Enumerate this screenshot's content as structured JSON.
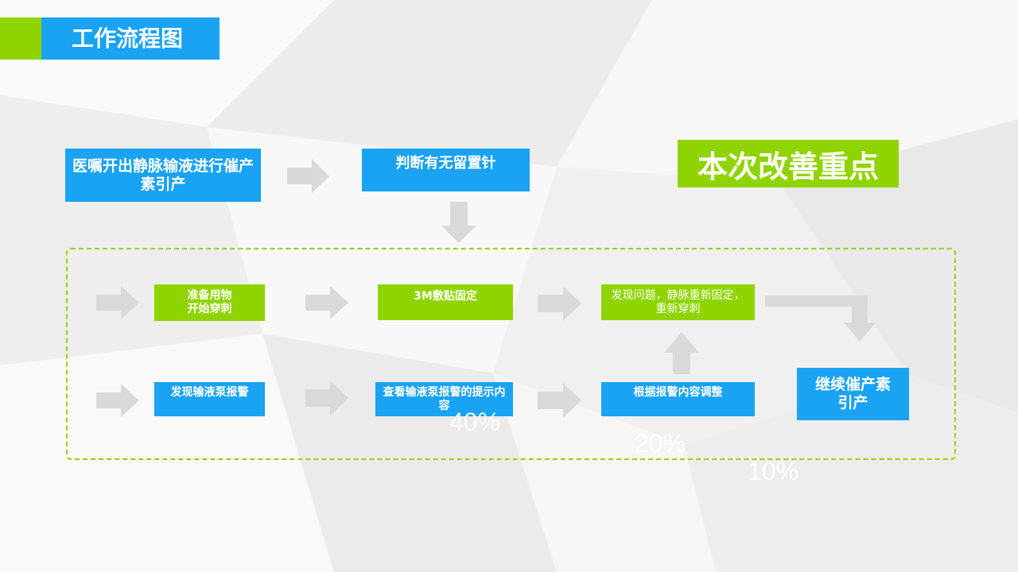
{
  "title": "工作流程图",
  "focus_label": "本次改善重点",
  "nodes": {
    "n1": "医嘱开出静脉输液进行催产素引产",
    "n2": "判断有无留置针",
    "n3": "准备用物\n开始穿刺",
    "n4": "3M敷贴固定",
    "n5": "发现问题，静脉重新固定，重新穿刺",
    "n6": "发现输液泵报警",
    "n7": "查看输液泵报警的提示内容",
    "n8": "根据报警内容调整",
    "n9": "继续催产素\n引产"
  },
  "ghost_text": {
    "p1": "40%",
    "p2": "20%",
    "p3": "10%"
  },
  "colors": {
    "blue": "#1aa2f3",
    "green": "#8fd400",
    "arrow": "#d9d9d9"
  }
}
